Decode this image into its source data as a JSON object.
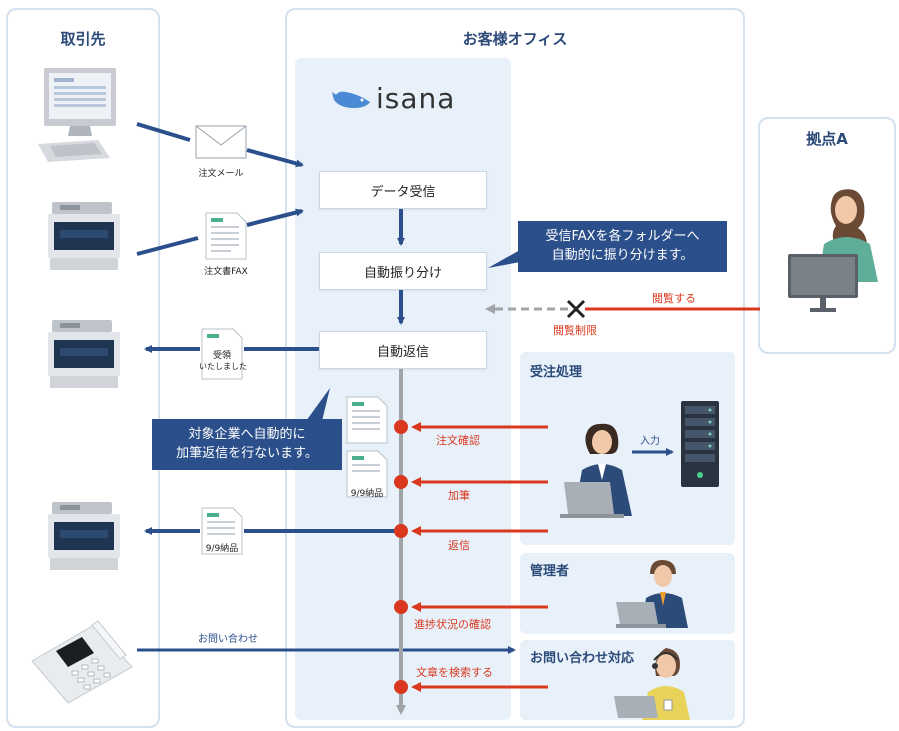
{
  "panels": {
    "client_title": "取引先",
    "office_title": "お客様オフィス",
    "branch_title": "拠点A"
  },
  "isana": {
    "logo_text": "isana"
  },
  "flow": {
    "data_receive": "データ受信",
    "auto_sort": "自動振り分け",
    "auto_reply": "自動返信"
  },
  "callouts": {
    "sort_line1": "受信FAXを各フォルダーへ",
    "sort_line2": "自動的に振り分けます。",
    "reply_line1": "対象企業へ自動的に",
    "reply_line2": "加筆返信を行ないます。"
  },
  "docs": {
    "order_mail": "注文メール",
    "order_fax": "注文書FAX",
    "received_line1": "受領",
    "received_line2": "いたしました",
    "delivery1": "9/9納品",
    "delivery2": "9/9納品"
  },
  "labels": {
    "view": "閲覧する",
    "view_restrict": "閲覧制限",
    "order_check": "注文確認",
    "addition": "加筆",
    "reply": "返信",
    "input": "入力",
    "progress_check": "進捗状況の確認",
    "inquiry": "お問い合わせ",
    "doc_search": "文章を検索する"
  },
  "sections": {
    "order_processing": "受注処理",
    "manager": "管理者",
    "inquiry_handling": "お問い合わせ対応"
  },
  "colors": {
    "navy": "#2b4f8b",
    "arrow_blue": "#2b4f8b",
    "red": "#d9381e",
    "panel_border": "#d4e1ee",
    "inner_bg": "#e8f1fa"
  }
}
